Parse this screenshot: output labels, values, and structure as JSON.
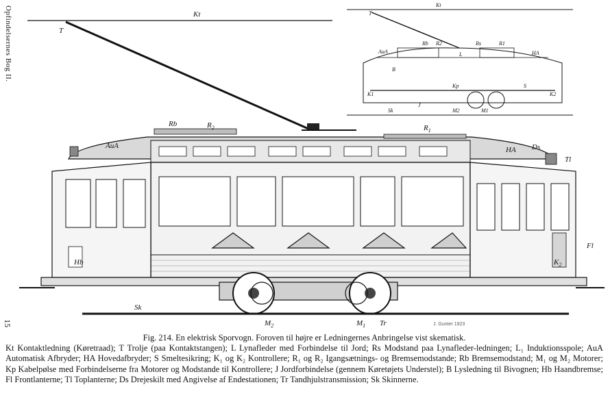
{
  "page": {
    "running_head": "Opfindelsernes Bog II.",
    "page_number": "15"
  },
  "figure": {
    "labels": {
      "Kt": "Kt",
      "T": "T",
      "Rb": "Rb",
      "R2": "R",
      "R2_sub": "2",
      "R1": "R",
      "R1_sub": "1",
      "AuA": "AuA",
      "HA": "HA",
      "Ds": "Ds",
      "Tl": "Tl",
      "Fl": "Fl",
      "Hb": "Hb",
      "K2": "K",
      "K2_sub": "2",
      "Sk": "Sk",
      "M2": "M",
      "M2_sub": "2",
      "M1": "M",
      "M1_sub": "1",
      "Tr": "Tr"
    },
    "schematic_labels": {
      "Kt": "Kt",
      "T": "T",
      "Rb": "Rb",
      "R2": "R2",
      "Rs": "Rs",
      "L": "L",
      "R1": "R1",
      "HA": "HA",
      "AuA": "AuA",
      "B": "B",
      "K1": "K1",
      "Kp": "Kp",
      "S": "S",
      "Sk": "Sk",
      "J": "J",
      "M2": "M2",
      "M1": "M1",
      "K2": "K2"
    },
    "signature": "J. Gunter 1923"
  },
  "caption": {
    "title": "Fig. 214.  En elektrisk Sporvogn.  Foroven til højre er Ledningernes Anbringelse vist skematisk.",
    "legend": "Kt Kontaktledning (Køretraad); T Trolje (paa Kontaktstangen); L Lynafleder med Forbindelse til Jord; Rs Modstand paa Lynafleder-ledningen; L₁ Induktionsspole; AuA Automatisk Afbryder; HA Hovedafbryder; S Smeltesikring; K₁ og K₂ Kontrollere; R₁ og R₂ Igangsætnings- og Bremsemodstande; Rb Bremsemodstand; M₁ og M₂ Motorer; Kp Kabelpølse med Forbindelserne fra Motorer og Modstande til Kontrollere; J Jordforbindelse (gennem Køretøjets Understel); B Lysledning til Bivognen; Hb Haandbremse; Fl Frontlanterne; Tl Toplanterne; Ds Drejeskilt med Angivelse af Endestationen; Tr Tandhjulstransmission; Sk Skinnerne."
  }
}
